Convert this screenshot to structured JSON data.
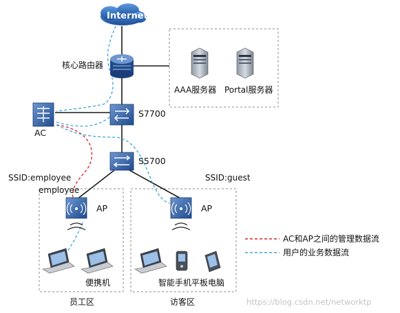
{
  "internet": {
    "label": "Internet"
  },
  "core_router": {
    "label": "核心路由器"
  },
  "servers": {
    "aaa": "AAA服务器",
    "portal": "Portal服务器"
  },
  "switches": {
    "s7700": "S7700",
    "s5700": "S5700"
  },
  "ac": {
    "label": "AC"
  },
  "ssid": {
    "employee_ssid": "SSID:employee",
    "employee_name": "employee",
    "guest_ssid": "SSID:guest"
  },
  "aps": {
    "left": "AP",
    "right": "AP"
  },
  "zones": {
    "staff": "员工区",
    "visitor": "访客区"
  },
  "devices": {
    "laptops": "便携机",
    "mobile": "智能手机平板电脑"
  },
  "legend": {
    "mgmt": "AC和AP之间的管理数据流",
    "service": "用户的业务数据流"
  },
  "colors": {
    "mgmt_line": "#e02020",
    "service_line": "#3aa6d8",
    "device_blue": "#2b5fa6"
  },
  "watermark": "https://blog.csdn.net/networktp"
}
